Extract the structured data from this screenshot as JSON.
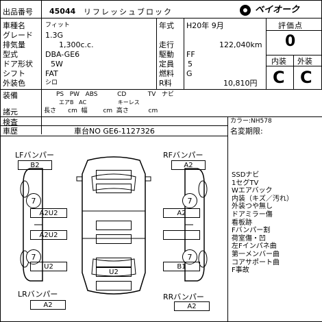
{
  "header": {
    "lot_label": "出品番号",
    "lot_number": "45044",
    "auction_name": "リフレッシュブロック",
    "logo_text": "ベイオーク"
  },
  "vehicle": {
    "name_label": "車種名",
    "name": "フィット",
    "grade_label": "グレード",
    "grade": "1.3G",
    "displacement_label": "排気量",
    "displacement": "1,300c.c.",
    "model_label": "型式",
    "model": "DBA-GE6",
    "doors_label": "ドア形状",
    "doors": "5W",
    "shift_label": "シフト",
    "shift": "FAT",
    "exterior_label": "外装色",
    "exterior": "シロ",
    "year_label": "年式",
    "year": "H20年 9月",
    "mileage_label": "走行",
    "mileage": "122,040km",
    "drive_label": "駆動",
    "drive": "FF",
    "capacity_label": "定員",
    "capacity": "5",
    "fuel_label": "燃料",
    "fuel": "G",
    "r_label": "R料",
    "r_value": "10,810円"
  },
  "scores": {
    "eval_label": "評価点",
    "eval_score": "0",
    "interior_label": "内装",
    "interior_score": "C",
    "exterior_label": "外装",
    "exterior_score": "C"
  },
  "equipment": {
    "label": "装備",
    "row1": "PS   PW   ABS          CD           TV   ナビ",
    "row2": "エアB   AC                  キーレス",
    "dims_label": "諸元",
    "dims": "長さ      cm  幅        cm  高さ          cm"
  },
  "inspection": {
    "label": "検査",
    "history_label": "車歴",
    "chassis": "車台NO GE6-1127326",
    "color_code": "カラー:NH578",
    "name_change": "名変期限:"
  },
  "diagram": {
    "lf_bumper": "LFバンパー",
    "rf_bumper": "RFバンパー",
    "lr_bumper": "LRバンパー",
    "rr_bumper": "RRバンパー",
    "lf_code": "B2",
    "rf_code": "A2",
    "lr_code": "A2",
    "rr_code": "A2",
    "left_front_door": "A2U2",
    "left_rear_door": "A2U2",
    "left_rear": "U2",
    "right_front": "A2",
    "right_rear": "B1",
    "rear_center": "U2",
    "circle_mark": "7"
  },
  "notes": [
    "SSDナビ",
    "1セグTV",
    "Wエアバック",
    "内装（キズ／汚れ）",
    "外装つや無し",
    "ドアミラー傷",
    "看板跡",
    "Fバンパー割",
    "荷室傷・凹",
    "左Fインパネ曲",
    "第一メンバー曲",
    "コアサポート曲",
    "F事故"
  ]
}
